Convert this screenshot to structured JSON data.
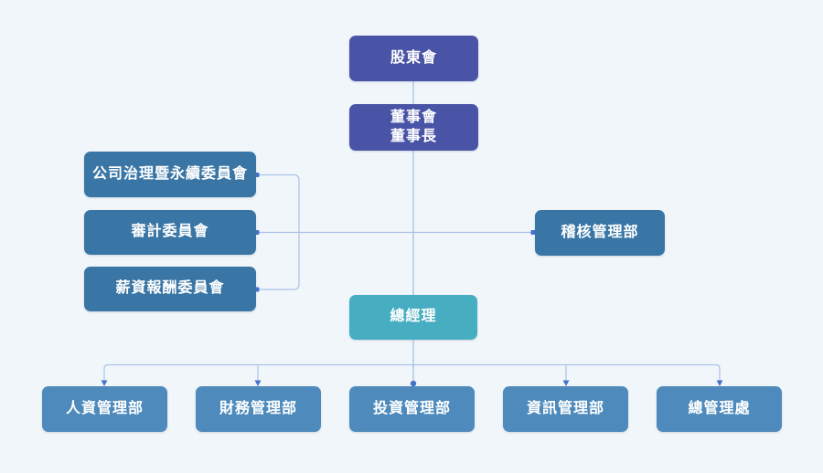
{
  "diagram": {
    "type": "org-chart",
    "title": "",
    "nodes": {
      "shareholders": {
        "label": "股東會"
      },
      "board": {
        "label": "董事會\n董事長"
      },
      "governance_committee": {
        "label": "公司治理暨永續委員會"
      },
      "audit_committee": {
        "label": "審計委員會"
      },
      "compensation_committee": {
        "label": "薪資報酬委員會"
      },
      "audit_dept": {
        "label": "稽核管理部"
      },
      "general_manager": {
        "label": "總經理"
      },
      "hr_dept": {
        "label": "人資管理部"
      },
      "finance_dept": {
        "label": "財務管理部"
      },
      "investment_dept": {
        "label": "投資管理部"
      },
      "it_dept": {
        "label": "資訊管理部"
      },
      "admin_office": {
        "label": "總管理處"
      }
    },
    "edges": [
      {
        "from": "shareholders",
        "to": "board",
        "style": "line"
      },
      {
        "from": "board",
        "to": "general_manager",
        "style": "line"
      },
      {
        "from": "governance_committee",
        "to": "board-line",
        "style": "bracket-dot"
      },
      {
        "from": "audit_committee",
        "to": "board-line",
        "style": "line-dot"
      },
      {
        "from": "compensation_committee",
        "to": "board-line",
        "style": "bracket-dot"
      },
      {
        "from": "audit_committee",
        "to": "audit_dept",
        "style": "line-dot"
      },
      {
        "from": "general_manager",
        "to": "hr_dept",
        "style": "arrow"
      },
      {
        "from": "general_manager",
        "to": "finance_dept",
        "style": "arrow"
      },
      {
        "from": "general_manager",
        "to": "investment_dept",
        "style": "line-dot"
      },
      {
        "from": "general_manager",
        "to": "it_dept",
        "style": "arrow"
      },
      {
        "from": "general_manager",
        "to": "admin_office",
        "style": "arrow"
      }
    ],
    "colors": {
      "background": "#f1f6fa",
      "indigo_node": "#4a54a6",
      "steel_node": "#3a76a5",
      "teal_node": "#47adc1",
      "blue_node": "#4e8bbc",
      "connector_line": "#a9c1e7",
      "connector_spine": "#c2d2ea",
      "connector_dot": "#4573c9",
      "node_text": "#ffffff"
    }
  }
}
